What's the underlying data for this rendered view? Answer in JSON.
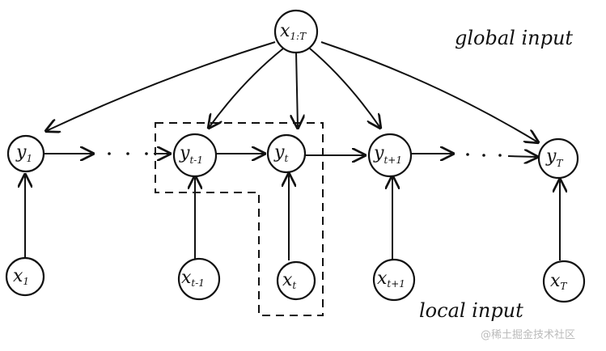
{
  "diagram": {
    "labels": {
      "global_input": "global input",
      "local_input": "local input",
      "watermark": "@稀土掘金技术社区"
    },
    "nodes": {
      "x_global": {
        "main": "x",
        "sub": "1:T"
      },
      "y_1": {
        "main": "y",
        "sub": "1"
      },
      "y_t_minus_1": {
        "main": "y",
        "sub": "t-1"
      },
      "y_t": {
        "main": "y",
        "sub": "t"
      },
      "y_t_plus_1": {
        "main": "y",
        "sub": "t+1"
      },
      "y_T": {
        "main": "y",
        "sub": "T"
      },
      "x_1": {
        "main": "x",
        "sub": "1"
      },
      "x_t_minus_1": {
        "main": "x",
        "sub": "t-1"
      },
      "x_t": {
        "main": "x",
        "sub": "t"
      },
      "x_t_plus_1": {
        "main": "x",
        "sub": "t+1"
      },
      "x_T": {
        "main": "x",
        "sub": "T"
      }
    }
  }
}
